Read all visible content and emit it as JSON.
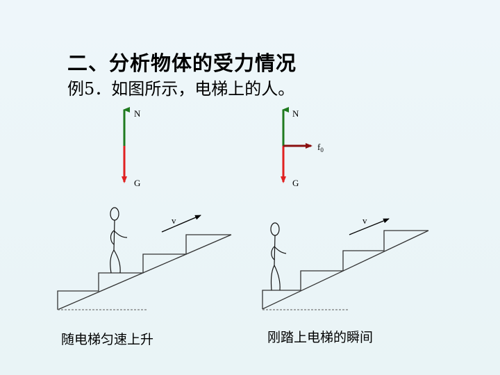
{
  "slide": {
    "title": "二、分析物体的受力情况",
    "subtitle": "例5．如图所示，电梯上的人。",
    "colors": {
      "normal_force": "#1f7a1f",
      "gravity": "#e02020",
      "friction": "#8b1010",
      "background_top": "#eef6fa",
      "background_bottom": "#e9f4f6"
    }
  },
  "force_diagrams": [
    {
      "id": "left",
      "labels": {
        "up": "N",
        "down": "G"
      }
    },
    {
      "id": "right",
      "labels": {
        "up": "N",
        "down": "G",
        "right": "f",
        "right_sub": "0"
      }
    }
  ],
  "escalators": [
    {
      "id": "left",
      "velocity_label": "v",
      "caption": "随电梯匀速上升"
    },
    {
      "id": "right",
      "velocity_label": "v",
      "caption": "刚踏上电梯的瞬间"
    }
  ]
}
